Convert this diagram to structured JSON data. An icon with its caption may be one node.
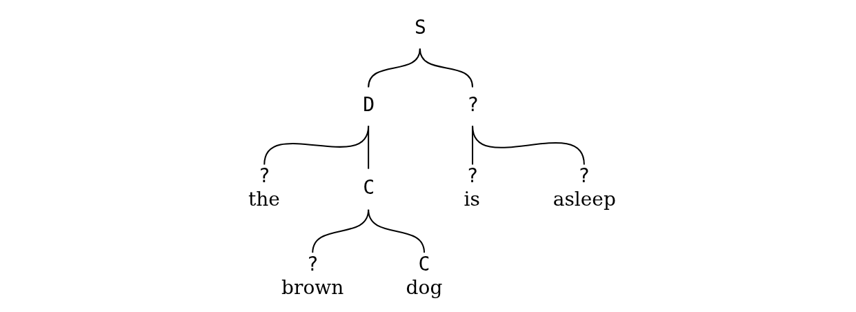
{
  "diagram": {
    "nodes": [
      {
        "text": [
          "S"
        ]
      },
      {
        "text": [
          "D"
        ]
      },
      {
        "text": [
          "?"
        ]
      },
      {
        "text": [
          "?",
          "the"
        ]
      },
      {
        "text": [
          "C"
        ]
      },
      {
        "text": [
          "?",
          "is"
        ]
      },
      {
        "text": [
          "?",
          "asleep"
        ]
      },
      {
        "text": [
          "?",
          "brown"
        ]
      },
      {
        "text": [
          "C",
          "dog"
        ]
      }
    ],
    "edges": [
      {
        "from": 0,
        "to": 1,
        "arrow": "none"
      },
      {
        "from": 0,
        "to": 2,
        "arrow": "none"
      },
      {
        "from": 1,
        "to": 3,
        "arrow": "none"
      },
      {
        "from": 1,
        "to": 4,
        "arrow": "none"
      },
      {
        "from": 2,
        "to": 5,
        "arrow": "none"
      },
      {
        "from": 2,
        "to": 6,
        "arrow": "none"
      },
      {
        "from": 4,
        "to": 7,
        "arrow": "none"
      },
      {
        "from": 4,
        "to": 8,
        "arrow": "none"
      }
    ]
  }
}
